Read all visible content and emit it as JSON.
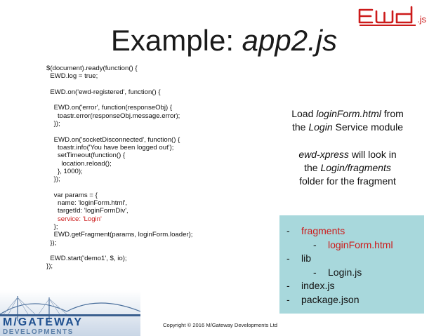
{
  "title": {
    "prefix": "Example: ",
    "filename": "app2.js"
  },
  "logo": {
    "text": "ewd.js"
  },
  "code": {
    "lines": [
      "$(document).ready(function() {",
      "  EWD.log = true;",
      "",
      "  EWD.on('ewd-registered', function() {",
      "",
      "    EWD.on('error', function(responseObj) {",
      "      toastr.error(responseObj.message.error);",
      "    });",
      "",
      "    EWD.on('socketDisconnected', function() {",
      "      toastr.info('You have been logged out');",
      "      setTimeout(function() {",
      "        location.reload();",
      "      }, 1000);",
      "    });",
      "",
      "    var params = {",
      "      name: 'loginForm.html',",
      "      targetId: 'loginFormDiv',",
      "      service: 'Login'",
      "    };",
      "    EWD.getFragment(params, loginForm.loader);",
      "  });",
      "",
      "  EWD.start('demo1', $, io);",
      "});"
    ],
    "highlight_line": "      service: 'Login'"
  },
  "note": {
    "p1": {
      "a": "Load ",
      "b": "loginForm.html",
      "c": " from",
      "d": "the ",
      "e": "Login",
      "f": " Service module"
    },
    "p2": {
      "a": "ewd-xpress",
      "b": " will look in",
      "c": "the ",
      "d": "Login/fragments",
      "e": "folder for the fragment"
    }
  },
  "tree": {
    "rows": [
      {
        "dash": "-",
        "text": "fragments",
        "level": 0,
        "red": true
      },
      {
        "dash": "-",
        "text": "loginForm.html",
        "level": 1,
        "red": true
      },
      {
        "dash": "-",
        "text": "lib",
        "level": 0,
        "red": false
      },
      {
        "dash": "-",
        "text": "Login.js",
        "level": 1,
        "red": false
      },
      {
        "dash": "-",
        "text": "index.js",
        "level": 0,
        "red": false
      },
      {
        "dash": "-",
        "text": "package.json",
        "level": 0,
        "red": false
      }
    ]
  },
  "mg_logo": {
    "line1": "M/GATEWAY",
    "line2": "DEVELOPMENTS"
  },
  "copyright": "Copyright © 2016 M/Gateway Developments Ltd",
  "colors": {
    "accent_red": "#cc1a1a",
    "tree_bg": "#a8d8dc",
    "logo_blue": "#1e4f8f"
  }
}
